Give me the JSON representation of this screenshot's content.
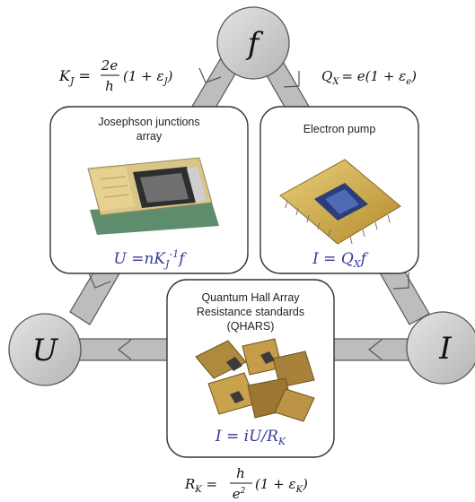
{
  "nodes": {
    "frequency": "f",
    "voltage": "U",
    "current": "I"
  },
  "relations": {
    "josephson_constant": {
      "lhs": "K",
      "lhs_sub": "J",
      "numerator": "2e",
      "denominator": "h",
      "tail": "(1 + ε",
      "tail_sub": "J",
      "tail_end": ")"
    },
    "pump_charge": {
      "lhs": "Q",
      "lhs_sub": "X",
      "rhs": "= e(1 + ε",
      "rhs_sub": "e",
      "rhs_end": ")"
    },
    "klitzing_constant": {
      "lhs": "R",
      "lhs_sub": "K",
      "numerator": "h",
      "denominator": "e",
      "denominator_sup": "2",
      "tail": "(1 + ε",
      "tail_sub": "K",
      "tail_end": ")"
    }
  },
  "boxes": {
    "josephson": {
      "title_line1": "Josephson junctions",
      "title_line2": "array",
      "formula": "U =nK",
      "formula_sub": "J",
      "formula_sup": "-1",
      "formula_end": "f"
    },
    "pump": {
      "title": "Electron pump",
      "formula": "I = Q",
      "formula_sub": "X",
      "formula_end": "f"
    },
    "hall": {
      "title_line1": "Quantum Hall Array",
      "title_line2": "Resistance standards",
      "title_line3": "(QHARS)",
      "formula": "I = iU/R",
      "formula_sub": "K"
    }
  },
  "colors": {
    "node_fill": "#c9c9c9",
    "arrow_fill": "#bdbdbd",
    "outline": "#555555",
    "formula_blue": "#3a3a9a"
  }
}
